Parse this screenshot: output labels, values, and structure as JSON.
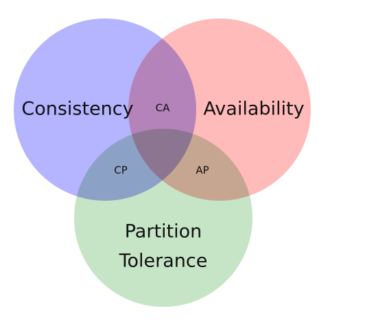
{
  "diagram": {
    "sets": [
      {
        "id": "consistency",
        "label": "Consistency",
        "color": "#8080ff"
      },
      {
        "id": "availability",
        "label": "Availability",
        "color": "#ff8080"
      },
      {
        "id": "partition_tolerance",
        "label_lines": [
          "Partition",
          "Tolerance"
        ],
        "color": "#80bf80"
      }
    ],
    "intersections": {
      "ca": "CA",
      "cp": "CP",
      "ap": "AP"
    },
    "colors": {
      "background": "#ffffff",
      "text": "#111111"
    }
  }
}
